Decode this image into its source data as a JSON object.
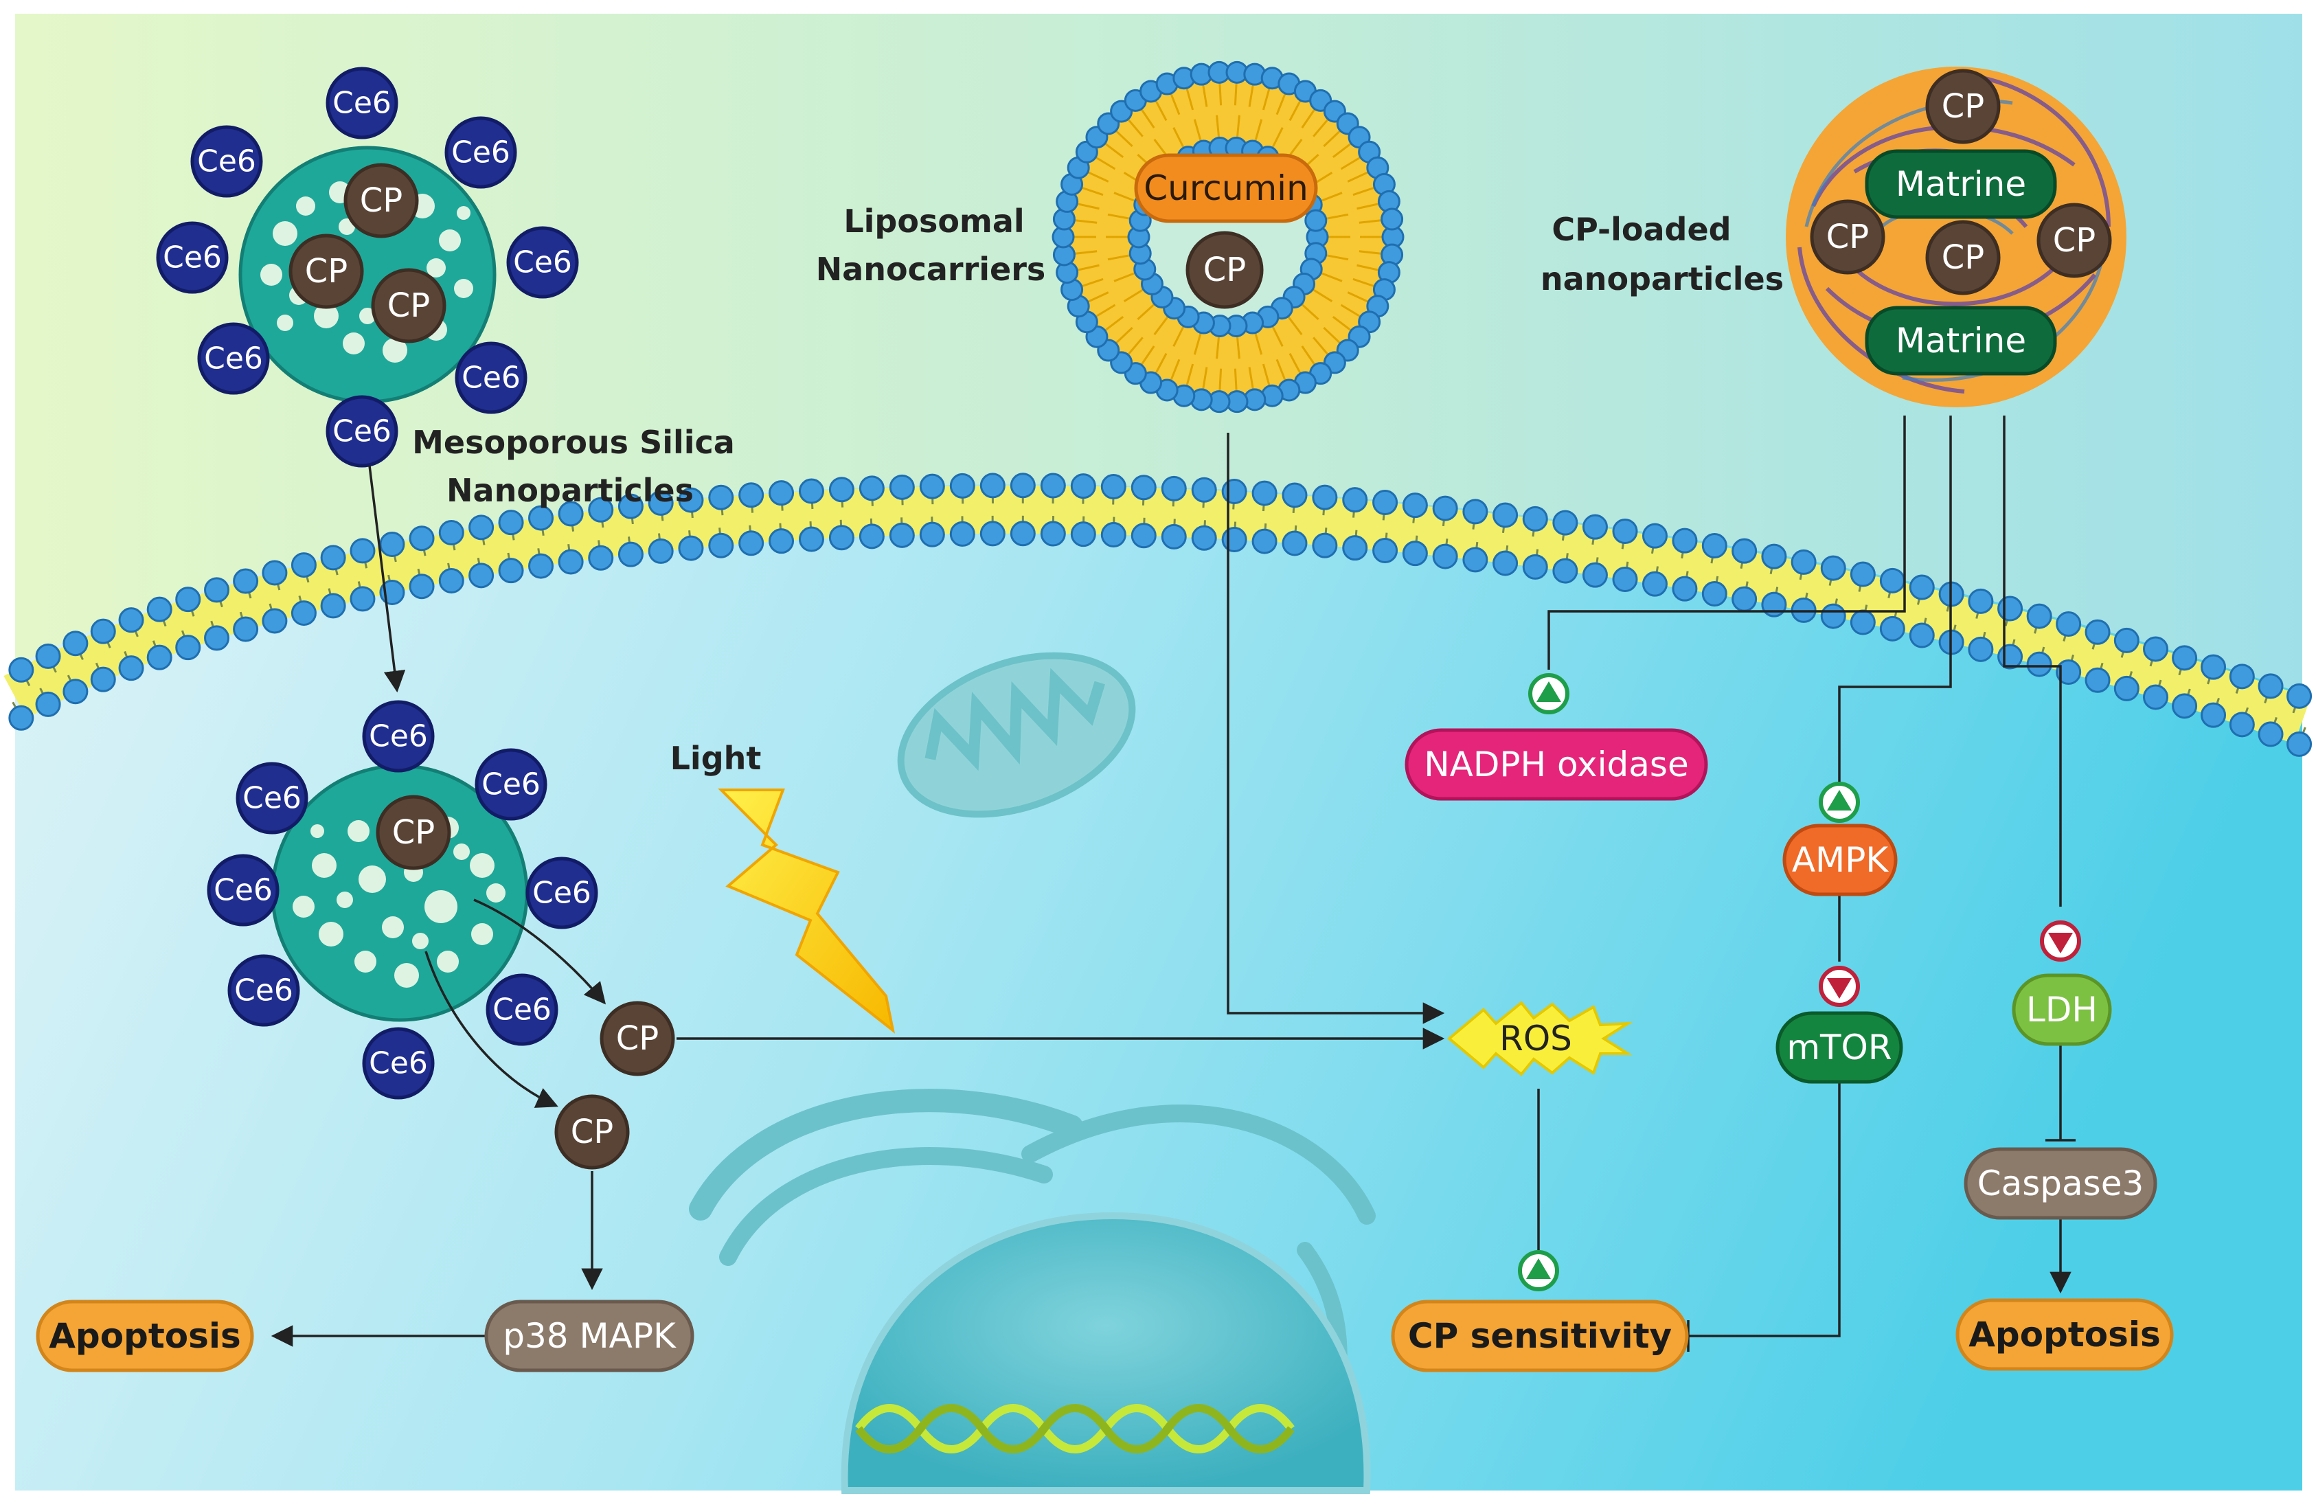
{
  "labels": {
    "ce6": "Ce6",
    "cp": "CP",
    "mesoporous_line1": "Mesoporous Silica",
    "mesoporous_line2": "Nanoparticles",
    "liposomal_line1": "Liposomal",
    "liposomal_line2": "Nanocarriers",
    "cp_loaded_line1": "CP-loaded",
    "cp_loaded_line2": "nanoparticles",
    "curcumin": "Curcumin",
    "matrine": "Matrine",
    "light": "Light"
  },
  "nodes": {
    "nadph": "NADPH oxidase",
    "ampk": "AMPK",
    "mtor": "mTOR",
    "ldh": "LDH",
    "caspase3": "Caspase3",
    "ros": "ROS",
    "p38": "p38 MAPK",
    "apoptosis_left": "Apoptosis",
    "apoptosis_right": "Apoptosis",
    "cp_sensitivity": "CP sensitivity"
  },
  "colors": {
    "ce6": "#1f2e8f",
    "cp": "#5a4436",
    "silica": "#1ea89a",
    "matrine": "#0e6b3c",
    "curcumin": "#f28c1e",
    "nadph": "#e5257a",
    "ampk": "#f06a28",
    "mtor": "#14853f",
    "ldh": "#7dc142",
    "caspase3": "#8c7a6b",
    "p38": "#8c7a6b",
    "apoptosis": "#f4a535",
    "up": "#1f9e4a",
    "down": "#c0203a"
  }
}
